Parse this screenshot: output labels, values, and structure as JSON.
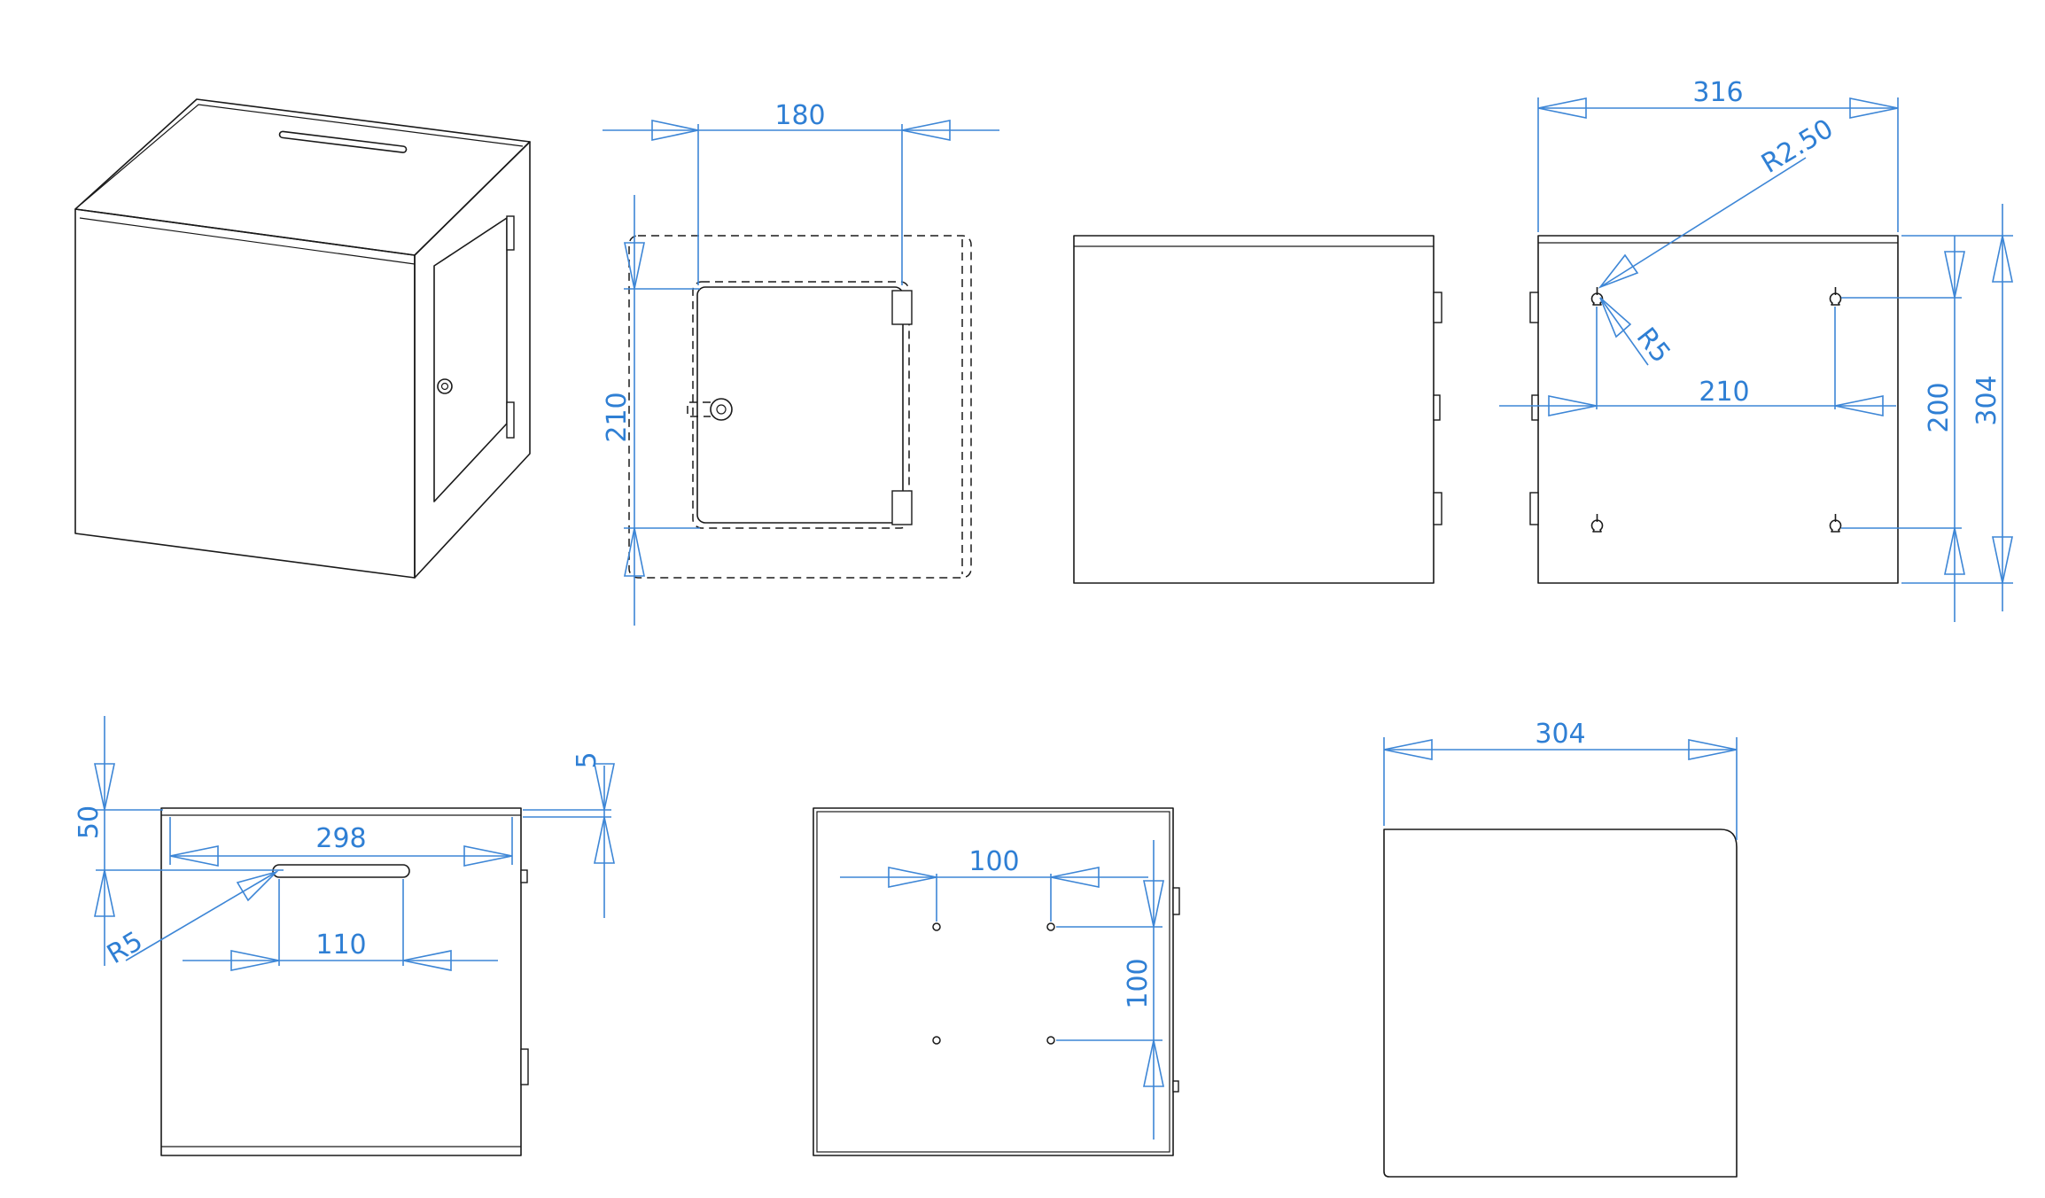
{
  "dimensions": {
    "front_width": "180",
    "front_height": "210",
    "back_width": "316",
    "back_hole_spacing_h": "210",
    "back_hole_spacing_v": "200",
    "back_height": "304",
    "keyhole_radius_small": "R2.50",
    "keyhole_radius_large": "R5",
    "top_margin": "50",
    "top_lip": "5",
    "top_width": "298",
    "slot_length": "110",
    "slot_radius": "R5",
    "bottom_hole_spacing_h": "100",
    "bottom_hole_spacing_v": "100",
    "side_depth": "304"
  },
  "colors": {
    "outline": "#1a1a1a",
    "dimension": "#3d86d6",
    "background": "#ffffff"
  }
}
